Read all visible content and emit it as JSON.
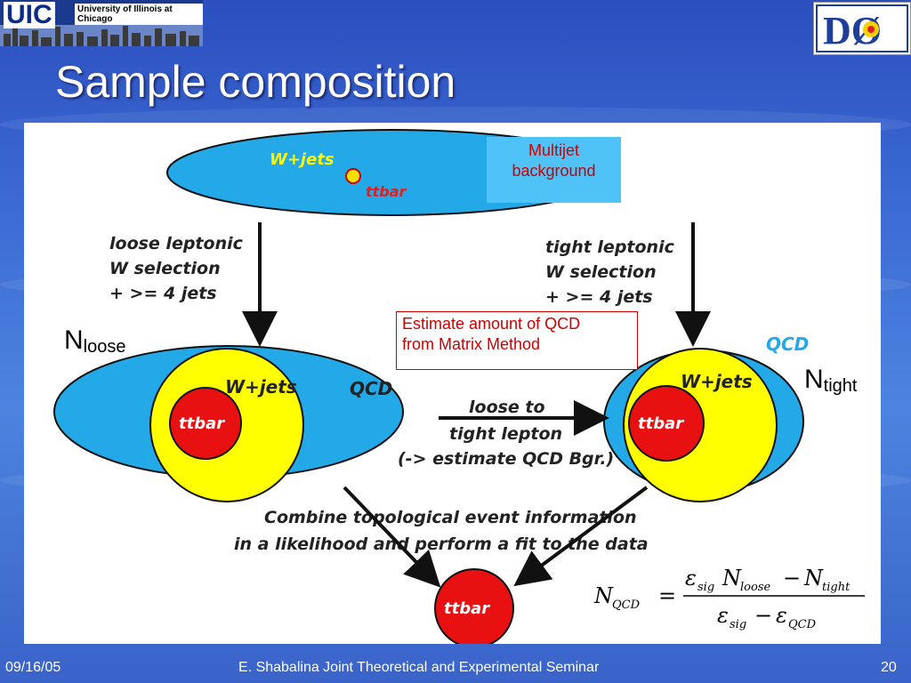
{
  "header": {
    "logo_left_text": "UIC",
    "logo_left_sub": "University of Illinois at Chicago",
    "logo_right_text": "DØ",
    "title": "Sample composition"
  },
  "diagram": {
    "top_ellipse": {
      "label_wjets": "W+jets",
      "label_ttbar": "ttbar"
    },
    "multijet_box": {
      "line1": "Multijet",
      "line2": "background"
    },
    "left_selection": [
      "loose leptonic",
      "W selection",
      "+ >= 4 jets"
    ],
    "right_selection": [
      "tight leptonic",
      "W selection",
      "+ >= 4 jets"
    ],
    "estimate_box": {
      "line1": "Estimate amount of QCD",
      "line2": "from Matrix Method"
    },
    "n_loose": {
      "main": "N",
      "sub": "loose"
    },
    "n_tight": {
      "main": "N",
      "sub": "tight"
    },
    "left_ellipse": {
      "label_qcd": "QCD",
      "label_wjets": "W+jets",
      "label_ttbar": "ttbar"
    },
    "right_ellipse": {
      "label_qcd": "QCD",
      "label_wjets": "W+jets",
      "label_ttbar": "ttbar"
    },
    "middle_arrow": [
      "loose to",
      "tight lepton",
      "(-> estimate QCD Bgr.)"
    ],
    "combine_text": [
      "Combine topological event information",
      "in a likelihood and perform a fit to the data"
    ],
    "bottom_circle": {
      "label": "ttbar"
    },
    "formula": {
      "lhs": "N",
      "lhs_sub": "QCD",
      "equals": "=",
      "num_eps": "ε",
      "num_eps_sub": "sig",
      "num_n1": "N",
      "num_n1_sub": "loose",
      "minus": "−",
      "num_n2": "N",
      "num_n2_sub": "tight",
      "den_eps1": "ε",
      "den_eps1_sub": "sig",
      "den_eps2": "ε",
      "den_eps2_sub": "QCD"
    },
    "colors": {
      "blue": "#23a9e8",
      "yellow": "#ffff00",
      "red": "#e81010",
      "ink": "#111111",
      "label_red": "#c00000"
    }
  },
  "footer": {
    "date": "09/16/05",
    "center": "E. Shabalina Joint Theoretical and Experimental Seminar",
    "page": "20"
  }
}
